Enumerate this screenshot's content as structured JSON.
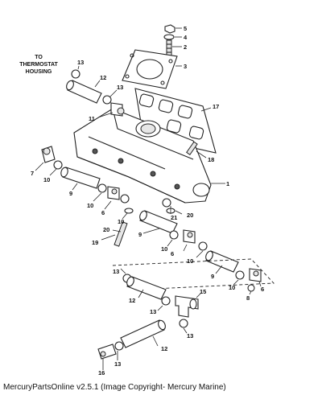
{
  "diagram": {
    "note_lines": [
      "TO",
      "THERMOSTAT",
      "HOUSING"
    ],
    "callouts": {
      "c1": "1",
      "c2": "2",
      "c3": "3",
      "c4": "4",
      "c5": "5",
      "c6a": "6",
      "c6b": "6",
      "c6c": "6",
      "c7": "7",
      "c8": "8",
      "c9a": "9",
      "c9b": "9",
      "c9c": "9",
      "c10a": "10",
      "c10b": "10",
      "c10c": "10",
      "c10d": "10",
      "c10e": "10",
      "c10f": "10",
      "c11": "11",
      "c12a": "12",
      "c12b": "12",
      "c12c": "12",
      "c13a": "13",
      "c13b": "13",
      "c13c": "13",
      "c13d": "13",
      "c13e": "13",
      "c13f": "13",
      "c15": "15",
      "c16": "16",
      "c17": "17",
      "c18": "18",
      "c19": "19",
      "c20a": "20",
      "c20b": "20",
      "c21": "21"
    }
  },
  "footer": {
    "text": "MercuryPartsOnline v2.5.1 (Image Copyright- Mercury Marine)"
  }
}
